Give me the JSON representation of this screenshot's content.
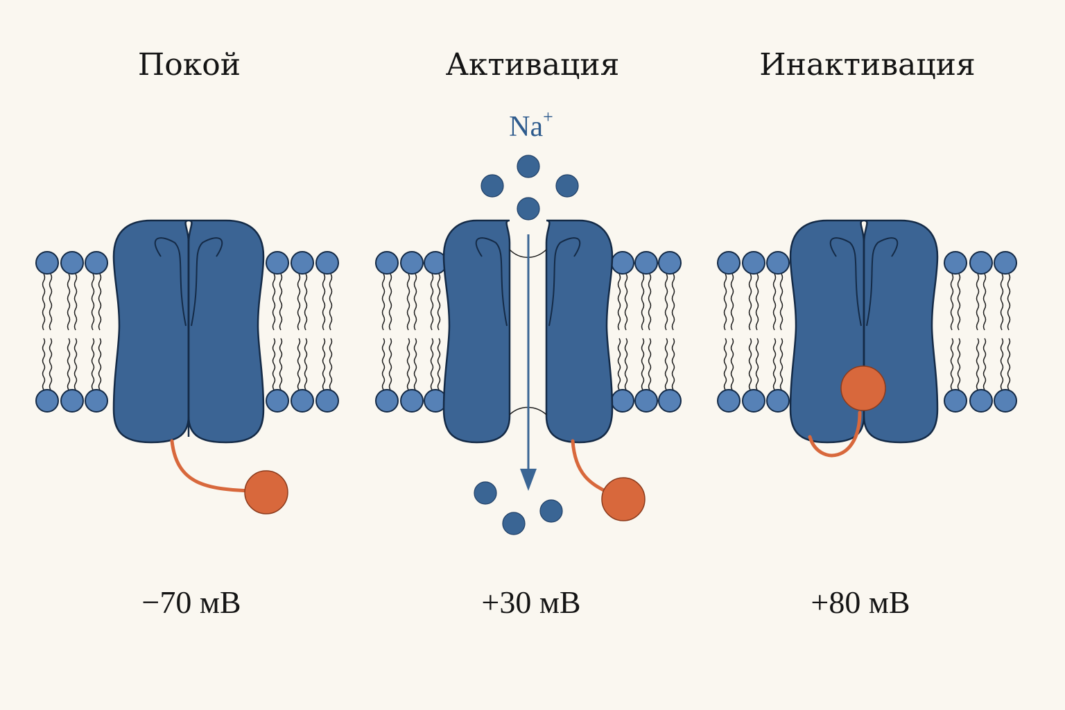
{
  "colors": {
    "background": "#faf7f0",
    "channel": "#3b6494",
    "channel_outline": "#142a46",
    "phospholipid": "#5681b6",
    "gate": "#d8683c",
    "ion": "#3a6594",
    "text": "#141414"
  },
  "ion": {
    "symbol": "Na",
    "charge": "+"
  },
  "states": [
    {
      "id": "rest",
      "title": "Покой",
      "voltage": "−70 мВ",
      "gate_position": "open-hanging",
      "pore": "closed"
    },
    {
      "id": "activation",
      "title": "Активация",
      "voltage": "+30 мВ",
      "gate_position": "open-hanging",
      "pore": "open"
    },
    {
      "id": "inactivation",
      "title": "Инактивация",
      "voltage": "+80 мВ",
      "gate_position": "plugging-pore",
      "pore": "blocked"
    }
  ]
}
